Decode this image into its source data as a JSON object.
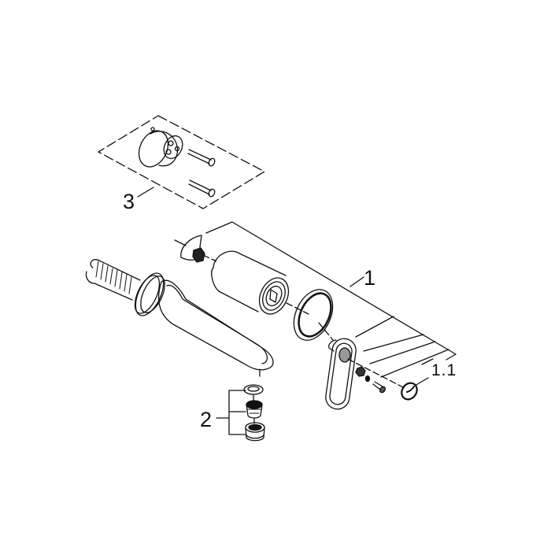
{
  "diagram": {
    "type": "exploded-parts-view",
    "background": "#ffffff",
    "stroke_color": "#111111",
    "callouts": [
      {
        "id": "3",
        "label": "3",
        "part": "wall-mounting-flange-kit",
        "items": [
          "mounting-flange",
          "screw",
          "screw"
        ]
      },
      {
        "id": "1",
        "label": "1",
        "part": "spout-cover-assembly",
        "items": [
          "escutcheon-cap",
          "hex-nut",
          "cylindrical-sleeve",
          "trim-ring",
          "oval-escutcheon-plate",
          "lever-nut",
          "washer",
          "screw",
          "round-cap"
        ]
      },
      {
        "id": "1.1",
        "label": "1.1",
        "part": "round-cap"
      },
      {
        "id": "2",
        "label": "2",
        "part": "aerator-set",
        "items": [
          "seal-washer",
          "aerator-insert",
          "aerator-housing"
        ]
      }
    ],
    "components": [
      "threaded-spout-body",
      "mounting-flange",
      "screws",
      "sleeve",
      "ring",
      "escutcheon",
      "aerator"
    ]
  }
}
